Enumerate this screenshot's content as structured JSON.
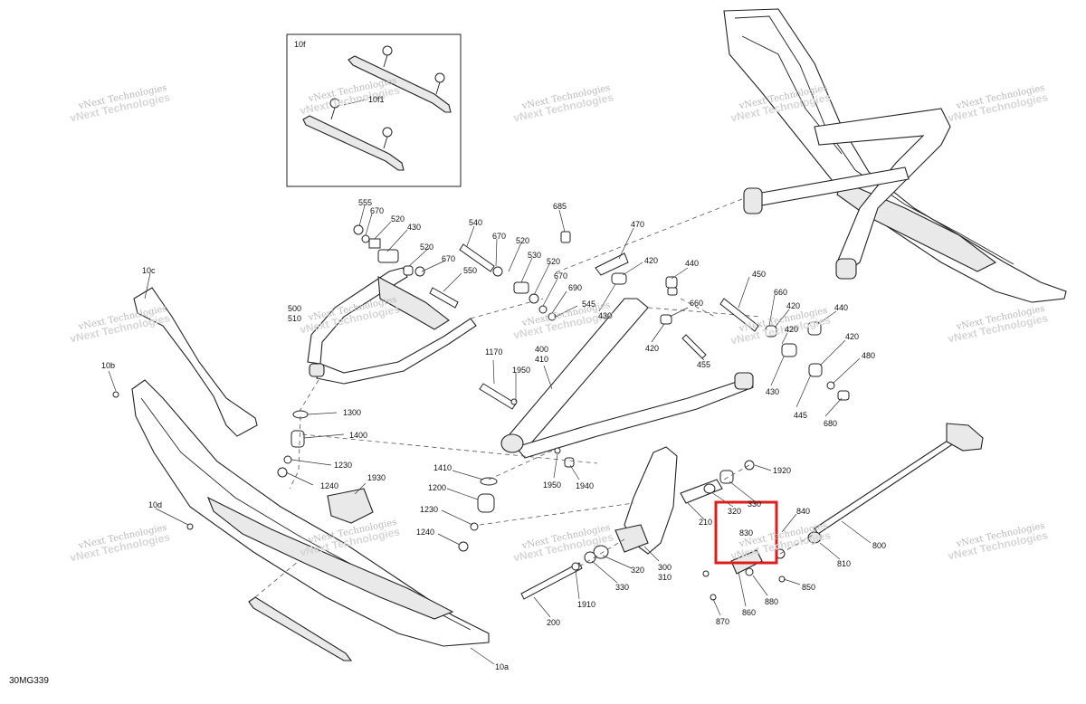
{
  "figure_code": "30MG339",
  "watermark_line1": "vNext Technologies",
  "watermark_line2": "vNext Technologies",
  "parts": [
    {
      "ref": "10f"
    },
    {
      "ref": "10f1"
    },
    {
      "ref": "10c"
    },
    {
      "ref": "10b"
    },
    {
      "ref": "10d"
    },
    {
      "ref": "10a"
    },
    {
      "ref": "555"
    },
    {
      "ref": "670"
    },
    {
      "ref": "520"
    },
    {
      "ref": "430"
    },
    {
      "ref": "540"
    },
    {
      "ref": "685"
    },
    {
      "ref": "470"
    },
    {
      "ref": "550"
    },
    {
      "ref": "530"
    },
    {
      "ref": "690"
    },
    {
      "ref": "545"
    },
    {
      "ref": "500"
    },
    {
      "ref": "510"
    },
    {
      "ref": "440"
    },
    {
      "ref": "450"
    },
    {
      "ref": "660"
    },
    {
      "ref": "420"
    },
    {
      "ref": "455"
    },
    {
      "ref": "480"
    },
    {
      "ref": "445"
    },
    {
      "ref": "680"
    },
    {
      "ref": "1170"
    },
    {
      "ref": "1950"
    },
    {
      "ref": "400"
    },
    {
      "ref": "410"
    },
    {
      "ref": "1300"
    },
    {
      "ref": "1400"
    },
    {
      "ref": "1230"
    },
    {
      "ref": "1240"
    },
    {
      "ref": "1930"
    },
    {
      "ref": "1410"
    },
    {
      "ref": "1200"
    },
    {
      "ref": "1940"
    },
    {
      "ref": "1920"
    },
    {
      "ref": "320"
    },
    {
      "ref": "330"
    },
    {
      "ref": "830"
    },
    {
      "ref": "840"
    },
    {
      "ref": "800"
    },
    {
      "ref": "810"
    },
    {
      "ref": "210"
    },
    {
      "ref": "300"
    },
    {
      "ref": "310"
    },
    {
      "ref": "1910"
    },
    {
      "ref": "200"
    },
    {
      "ref": "850"
    },
    {
      "ref": "880"
    },
    {
      "ref": "860"
    },
    {
      "ref": "870"
    }
  ]
}
